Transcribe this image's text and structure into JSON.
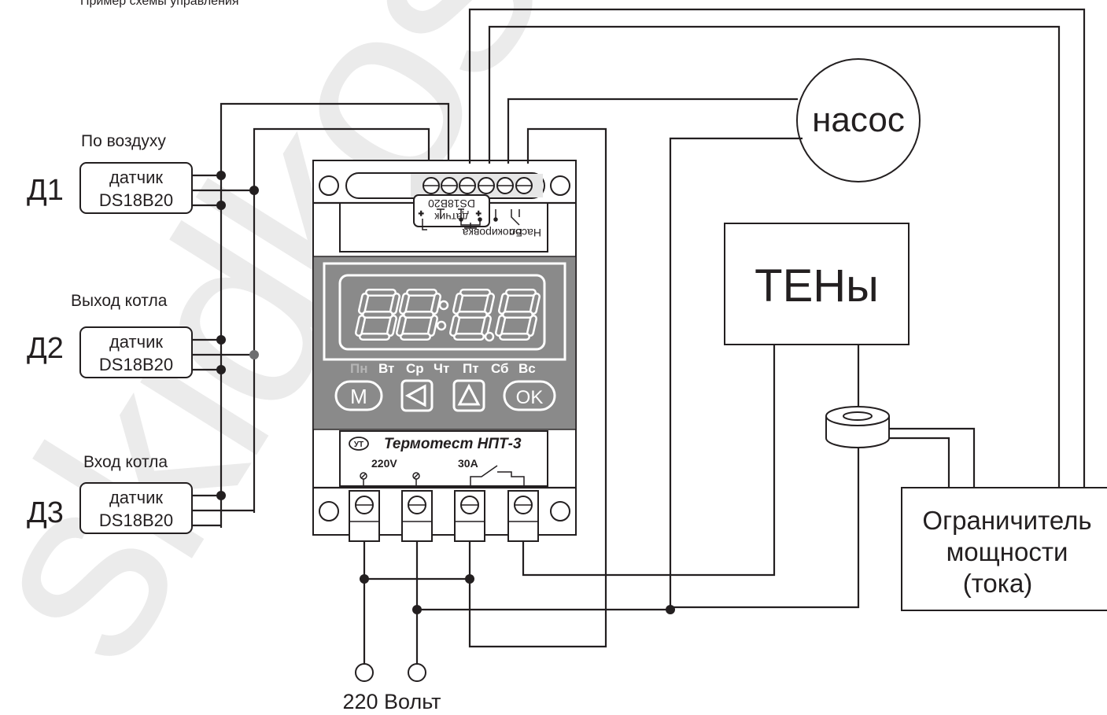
{
  "top_caption": "Пример схемы управления",
  "sensors": [
    {
      "id": "Д1",
      "caption": "По воздуху",
      "line1": "датчик",
      "line2": "DS18B20"
    },
    {
      "id": "Д2",
      "caption": "Выход котла",
      "line1": "датчик",
      "line2": "DS18B20"
    },
    {
      "id": "Д3",
      "caption": "Вход котла",
      "line1": "датчик",
      "line2": "DS18B20"
    }
  ],
  "pump": "насос",
  "heaters": "ТЕНы",
  "limiter": [
    "Ограничитель",
    "мощности",
    "(тока)"
  ],
  "power": "220 Вольт",
  "device": {
    "panel_labels": {
      "sensor_line1": "датчик",
      "sensor_line2": "DS18B20",
      "block": "Блокировка",
      "pump": "Насос"
    },
    "display": "88:8.8",
    "days": [
      "Пн",
      "Вт",
      "Ср",
      "Чт",
      "Пт",
      "Сб",
      "Вс"
    ],
    "buttons": {
      "menu": "M",
      "ok": "OK"
    },
    "logo": "УТ",
    "model": "Термотест НПТ-3",
    "voltage": "220V",
    "current": "30A"
  },
  "watermark": "skidkos",
  "colors": {
    "line": "#231f20",
    "panel": "#8a8a8a",
    "display_segments": "#8a8a8a",
    "watermark": "#e8e8e8"
  }
}
